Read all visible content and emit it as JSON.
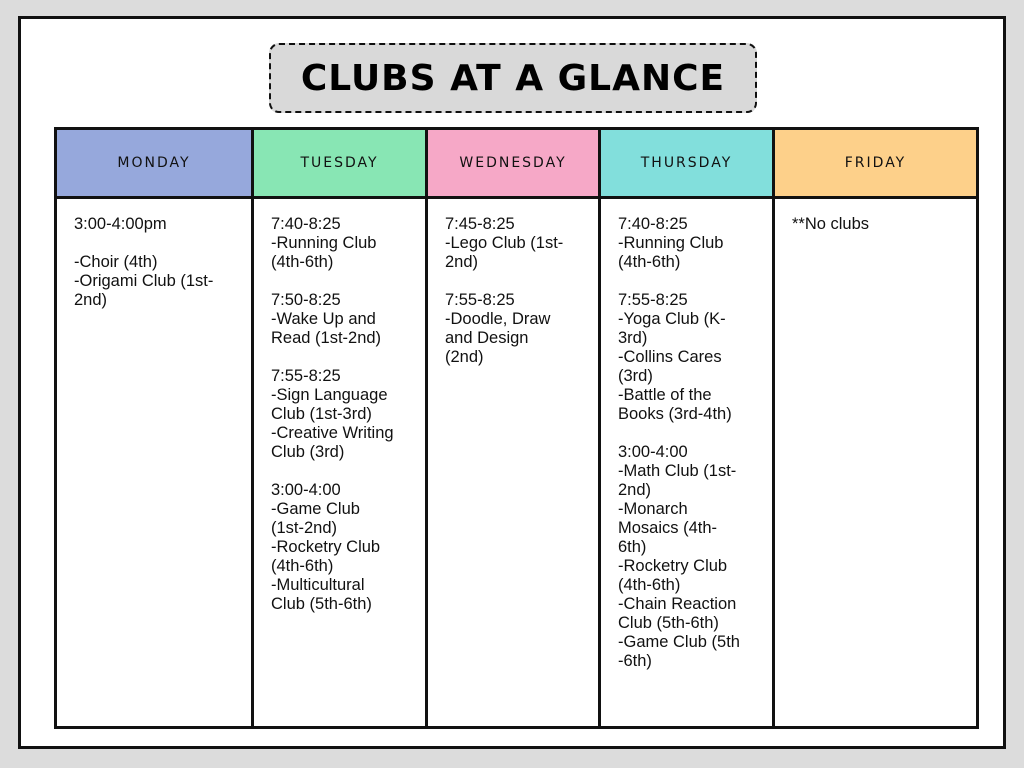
{
  "title": "CLUBS AT A GLANCE",
  "colors": {
    "monday": "#96a8dc",
    "tuesday": "#88e6b4",
    "wednesday": "#f6a8c7",
    "thursday": "#82dfdc",
    "friday": "#fdd08a"
  },
  "days": [
    {
      "name": "MONDAY",
      "blocks": [
        [
          "3:00-4:00pm"
        ],
        [
          "-Choir (4th)",
          "-Origami Club (1st-",
          "2nd)"
        ]
      ]
    },
    {
      "name": "TUESDAY",
      "blocks": [
        [
          "7:40-8:25",
          "-Running Club",
          "(4th-6th)"
        ],
        [
          "7:50-8:25",
          "-Wake Up and",
          "Read (1st-2nd)"
        ],
        [
          "7:55-8:25",
          "-Sign Language",
          "Club (1st-3rd)",
          "-Creative Writing",
          "Club (3rd)"
        ],
        [
          "3:00-4:00",
          "-Game Club",
          "(1st-2nd)",
          "-Rocketry Club",
          "(4th-6th)",
          "-Multicultural",
          "Club (5th-6th)"
        ]
      ]
    },
    {
      "name": "WEDNESDAY",
      "blocks": [
        [
          "7:45-8:25",
          "-Lego Club (1st-",
          "2nd)"
        ],
        [
          "7:55-8:25",
          "-Doodle, Draw",
          "and Design",
          "(2nd)"
        ]
      ]
    },
    {
      "name": "THURSDAY",
      "blocks": [
        [
          "7:40-8:25",
          "-Running Club",
          "(4th-6th)"
        ],
        [
          "7:55-8:25",
          "-Yoga Club (K-",
          "3rd)",
          "-Collins Cares",
          "(3rd)",
          "-Battle of the",
          "Books (3rd-4th)"
        ],
        [
          "3:00-4:00",
          "-Math Club (1st-",
          "2nd)",
          "-Monarch",
          "Mosaics (4th-",
          "6th)",
          "-Rocketry Club",
          "(4th-6th)",
          "-Chain Reaction",
          "Club (5th-6th)",
          "-Game Club (5th",
          "-6th)"
        ]
      ]
    },
    {
      "name": "FRIDAY",
      "blocks": [
        [
          "**No clubs"
        ]
      ]
    }
  ]
}
